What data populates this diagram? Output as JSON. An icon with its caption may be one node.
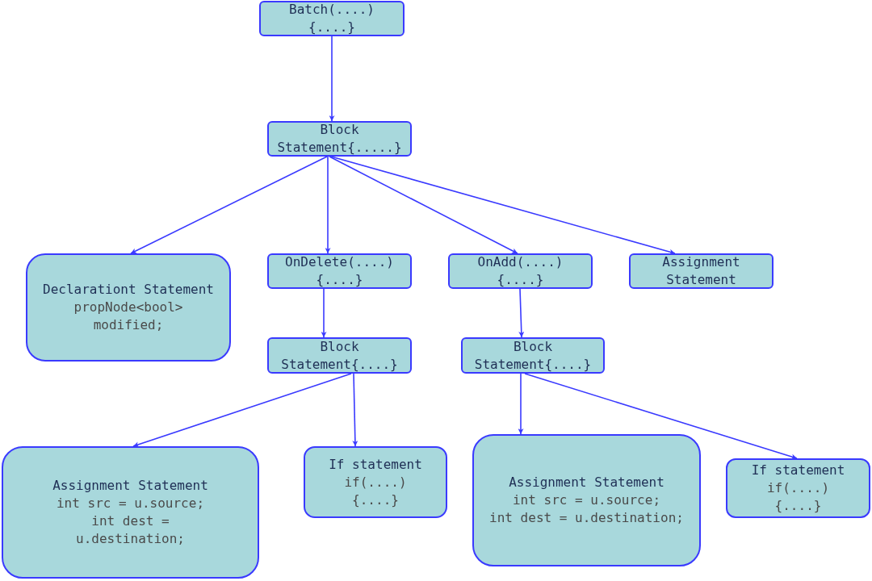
{
  "diagram": {
    "nodes": [
      {
        "text": [
          "Batch(....) {....}"
        ]
      },
      {
        "text": [
          "Block Statement{.....}"
        ]
      },
      {
        "text": [
          "Declarationt Statement",
          "propNode<bool> modified;"
        ]
      },
      {
        "text": [
          "OnDelete(....) {....}"
        ]
      },
      {
        "text": [
          "OnAdd(....) {....}"
        ]
      },
      {
        "text": [
          "Assignment Statement"
        ]
      },
      {
        "text": [
          "Block Statement{....}"
        ]
      },
      {
        "text": [
          "Block Statement{....}"
        ]
      },
      {
        "text": [
          "Assignment Statement",
          "int src = u.source;",
          "int dest = u.destination;"
        ]
      },
      {
        "text": [
          "If statement",
          "if(....) {....}"
        ]
      },
      {
        "text": [
          "Assignment Statement",
          "int src = u.source;",
          "int dest = u.destination;"
        ]
      },
      {
        "text": [
          "If statement",
          "if(....) {....}"
        ]
      }
    ],
    "edges": [
      {
        "from": 0,
        "to": 1,
        "arrow": "to"
      },
      {
        "from": 1,
        "to": 2,
        "arrow": "to"
      },
      {
        "from": 1,
        "to": 3,
        "arrow": "to"
      },
      {
        "from": 1,
        "to": 4,
        "arrow": "to"
      },
      {
        "from": 1,
        "to": 5,
        "arrow": "to"
      },
      {
        "from": 3,
        "to": 6,
        "arrow": "to"
      },
      {
        "from": 4,
        "to": 7,
        "arrow": "to"
      },
      {
        "from": 6,
        "to": 8,
        "arrow": "to"
      },
      {
        "from": 6,
        "to": 9,
        "arrow": "to"
      },
      {
        "from": 7,
        "to": 10,
        "arrow": "to"
      },
      {
        "from": 7,
        "to": 11,
        "arrow": "to"
      }
    ]
  }
}
